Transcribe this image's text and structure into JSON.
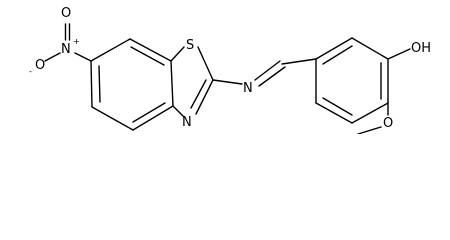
{
  "diagram_type": "chemical-structure",
  "atoms": {
    "oxygen_top": "O",
    "nitro_n": "N",
    "nitro_n_charge": "+",
    "oxygen_left": "O",
    "oxygen_left_charge": "-",
    "sulfur": "S",
    "thiazole_n": "N",
    "imine_n": "N",
    "hydroxyl": "OH",
    "methoxy_o": "O"
  }
}
